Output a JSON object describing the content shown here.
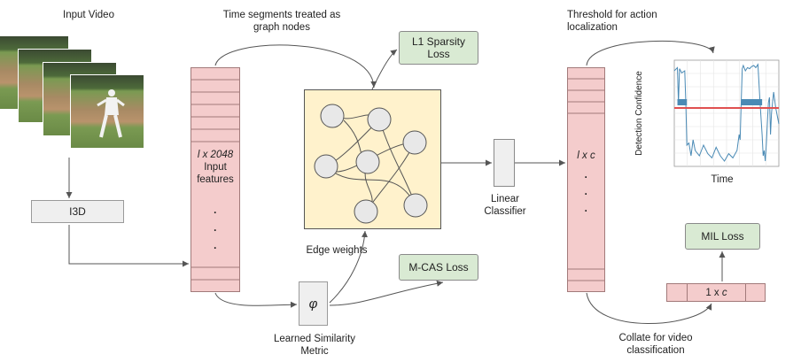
{
  "labels": {
    "input_video": "Input Video",
    "time_segments": "Time segments treated as\ngraph nodes",
    "threshold": "Threshold for action\nlocalization",
    "i3d": "I3D",
    "input_features_dim": "l x 2048",
    "input_features_text": "Input\nfeatures",
    "dots": "·",
    "l1_loss": "L1 Sparsity\nLoss",
    "edge_weights": "Edge weights",
    "linear_classifier": "Linear\nClassifier",
    "mcas_loss": "M-CAS Loss",
    "phi": "φ",
    "learned_similarity": "Learned Similarity\nMetric",
    "lxc": "l x c",
    "mil_loss": "MIL Loss",
    "onexc_prefix": "1 x ",
    "onexc_var": "c",
    "collate": "Collate for video\nclassification",
    "detection_confidence": "Detection Confidence",
    "time": "Time"
  },
  "colors": {
    "pink": "#f4cccc",
    "pink_border": "#a27a7a",
    "graph_bg": "#fff2cc",
    "node_fill": "#e8e8e8",
    "green": "#d9ead3",
    "signal": "#4a8ab5",
    "threshold": "#e05050",
    "arrow": "#555555"
  },
  "chart_data": {
    "type": "line",
    "title": "",
    "xlabel": "Time",
    "ylabel": "Detection Confidence",
    "grid": true,
    "legend": "none",
    "ylim": [
      0,
      1
    ],
    "xlim": [
      0,
      100
    ],
    "threshold": 0.55,
    "series": [
      {
        "x": [
          0,
          3,
          4,
          5,
          7,
          10,
          11,
          12,
          14,
          16,
          18,
          20,
          24,
          28,
          32,
          36,
          40,
          44,
          48,
          52,
          56,
          60,
          62,
          63,
          64,
          65,
          66,
          68,
          70,
          72,
          74,
          76,
          78,
          80,
          82,
          84,
          85,
          86,
          87,
          88,
          90,
          91,
          92,
          93,
          95,
          97,
          100
        ],
        "values": [
          0.9,
          0.93,
          0.6,
          0.92,
          0.88,
          0.9,
          0.6,
          0.2,
          0.22,
          0.1,
          0.25,
          0.15,
          0.1,
          0.2,
          0.12,
          0.08,
          0.18,
          0.1,
          0.05,
          0.12,
          0.08,
          0.15,
          0.3,
          0.25,
          0.6,
          0.92,
          0.95,
          0.9,
          0.93,
          0.92,
          0.94,
          0.95,
          0.93,
          0.96,
          0.6,
          0.3,
          0.1,
          0.15,
          0.05,
          0.2,
          0.6,
          0.65,
          0.3,
          0.5,
          0.7,
          0.55,
          0.4
        ]
      }
    ],
    "highlight_segments": [
      [
        3,
        12
      ],
      [
        64,
        84
      ]
    ]
  }
}
